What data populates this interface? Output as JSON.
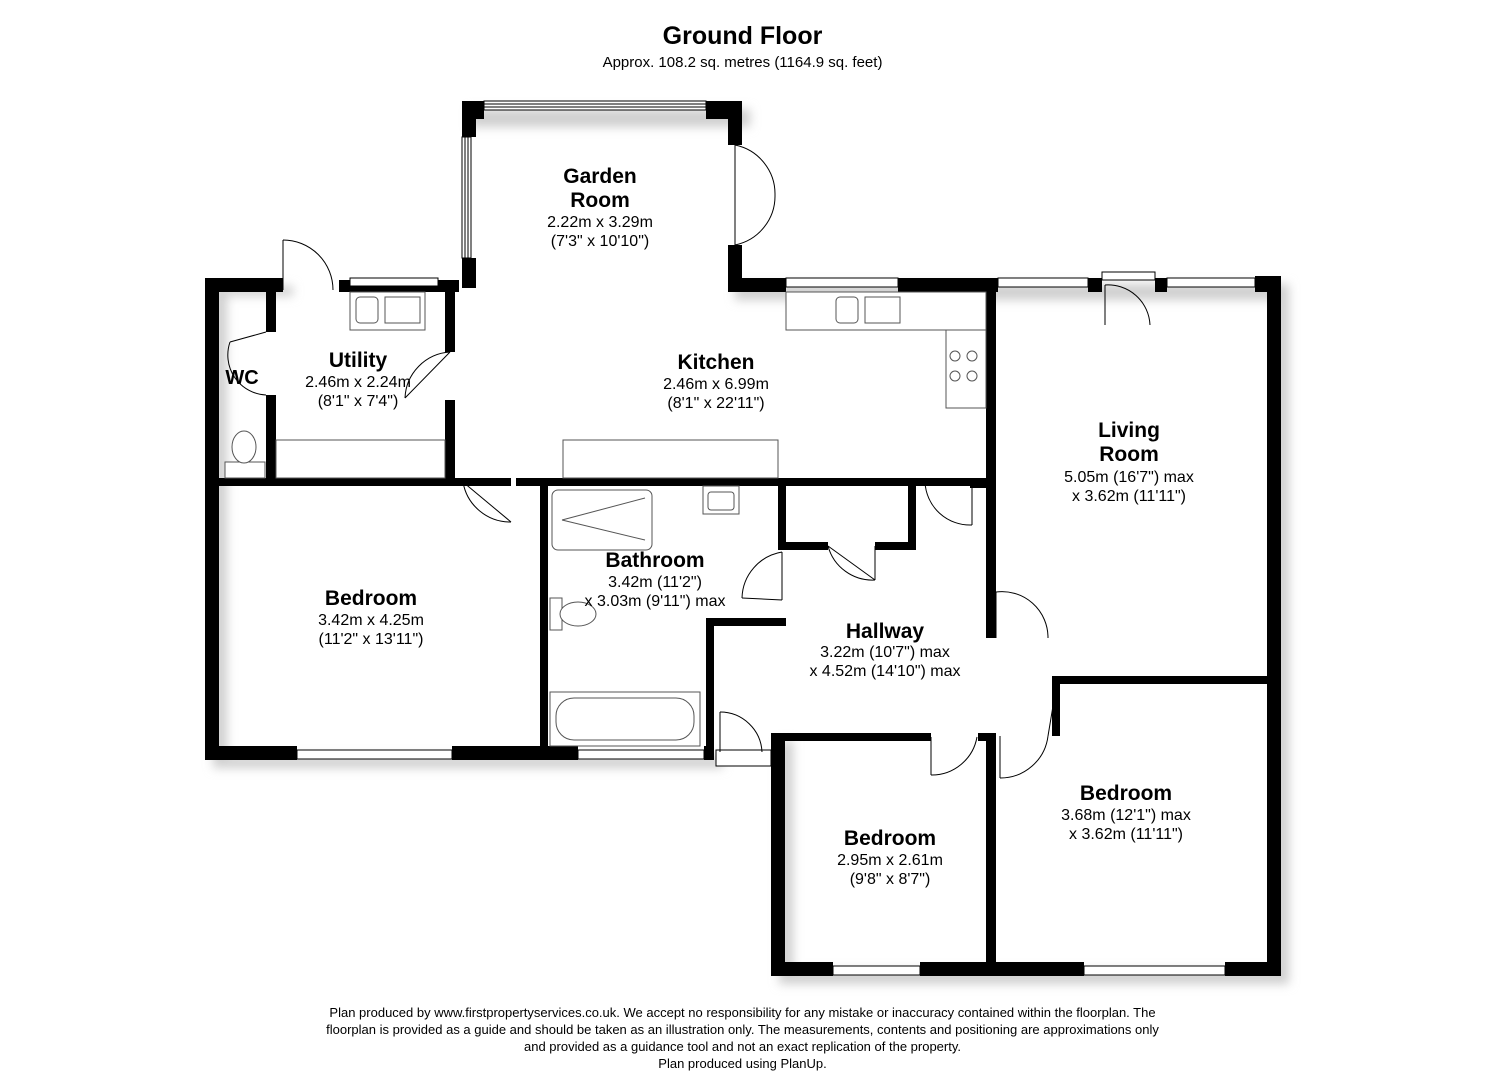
{
  "header": {
    "title": "Ground Floor",
    "subtitle": "Approx. 108.2 sq. metres (1164.9 sq. feet)"
  },
  "rooms": {
    "garden_room": {
      "name_l1": "Garden",
      "name_l2": "Room",
      "dim1": "2.22m x 3.29m",
      "dim2": "(7'3\" x 10'10\")"
    },
    "utility": {
      "name": "Utility",
      "dim1": "2.46m x 2.24m",
      "dim2": "(8'1\" x 7'4\")"
    },
    "wc": {
      "name": "WC"
    },
    "kitchen": {
      "name": "Kitchen",
      "dim1": "2.46m x 6.99m",
      "dim2": "(8'1\" x 22'11\")"
    },
    "living_room": {
      "name_l1": "Living",
      "name_l2": "Room",
      "dim1": "5.05m (16'7\") max",
      "dim2": "x 3.62m (11'11\")"
    },
    "bedroom_left": {
      "name": "Bedroom",
      "dim1": "3.42m x 4.25m",
      "dim2": "(11'2\" x 13'11\")"
    },
    "bathroom": {
      "name": "Bathroom",
      "dim1": "3.42m (11'2\")",
      "dim2": "x 3.03m (9'11\") max"
    },
    "hallway": {
      "name": "Hallway",
      "dim1": "3.22m (10'7\") max",
      "dim2": "x 4.52m (14'10\") max"
    },
    "bedroom_middle": {
      "name": "Bedroom",
      "dim1": "2.95m x 2.61m",
      "dim2": "(9'8\" x 8'7\")"
    },
    "bedroom_right": {
      "name": "Bedroom",
      "dim1": "3.68m (12'1\") max",
      "dim2": "x 3.62m (11'11\")"
    }
  },
  "footer": {
    "line1": "Plan produced by www.firstpropertyservices.co.uk. We accept no responsibility for any mistake or inaccuracy contained within the floorplan. The",
    "line2": "floorplan is provided as a guide and should be taken as an illustration only. The measurements, contents and positioning are approximations only",
    "line3": "and provided as a guidance tool and not an exact replication of the property.",
    "line4": "Plan produced using PlanUp."
  },
  "colors": {
    "wall": "#000000",
    "background": "#ffffff",
    "shadow": "#d4d4d4",
    "fixture": "#666666"
  }
}
